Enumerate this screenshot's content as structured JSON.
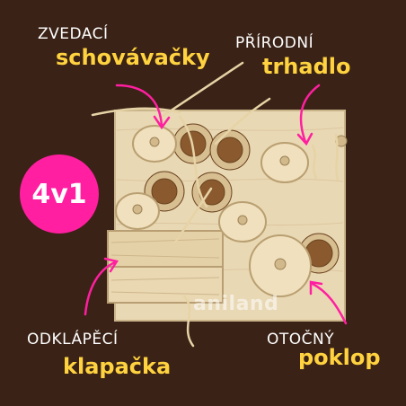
{
  "labels": {
    "top_left_1": "ZVEDACÍ",
    "top_left_2": "schovávačky",
    "top_right_1": "PŘÍRODNÍ",
    "top_right_2": "trhadlo",
    "bottom_left_1": "ODKLÁPĚCÍ",
    "bottom_left_2": "klapačka",
    "bottom_right_1": "OTOČNÝ",
    "bottom_right_2": "poklop"
  },
  "badge": "4v1",
  "watermark": "aniland",
  "colors": {
    "background": "#3a2216",
    "accent_pink": "#ff1fa0",
    "accent_yellow": "#ffd23f",
    "wood": "#e8d6b1"
  }
}
